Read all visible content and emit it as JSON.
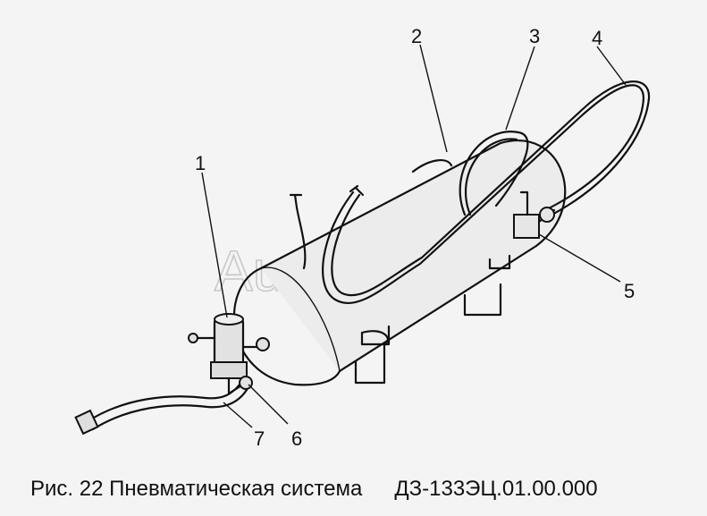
{
  "diagram": {
    "watermark": "AutoSoft",
    "callouts": [
      "1",
      "2",
      "3",
      "4",
      "5",
      "6",
      "7"
    ]
  },
  "caption": {
    "title": "Рис. 22 Пневматическая система",
    "code": "ДЗ-133ЭЦ.01.00.000"
  }
}
